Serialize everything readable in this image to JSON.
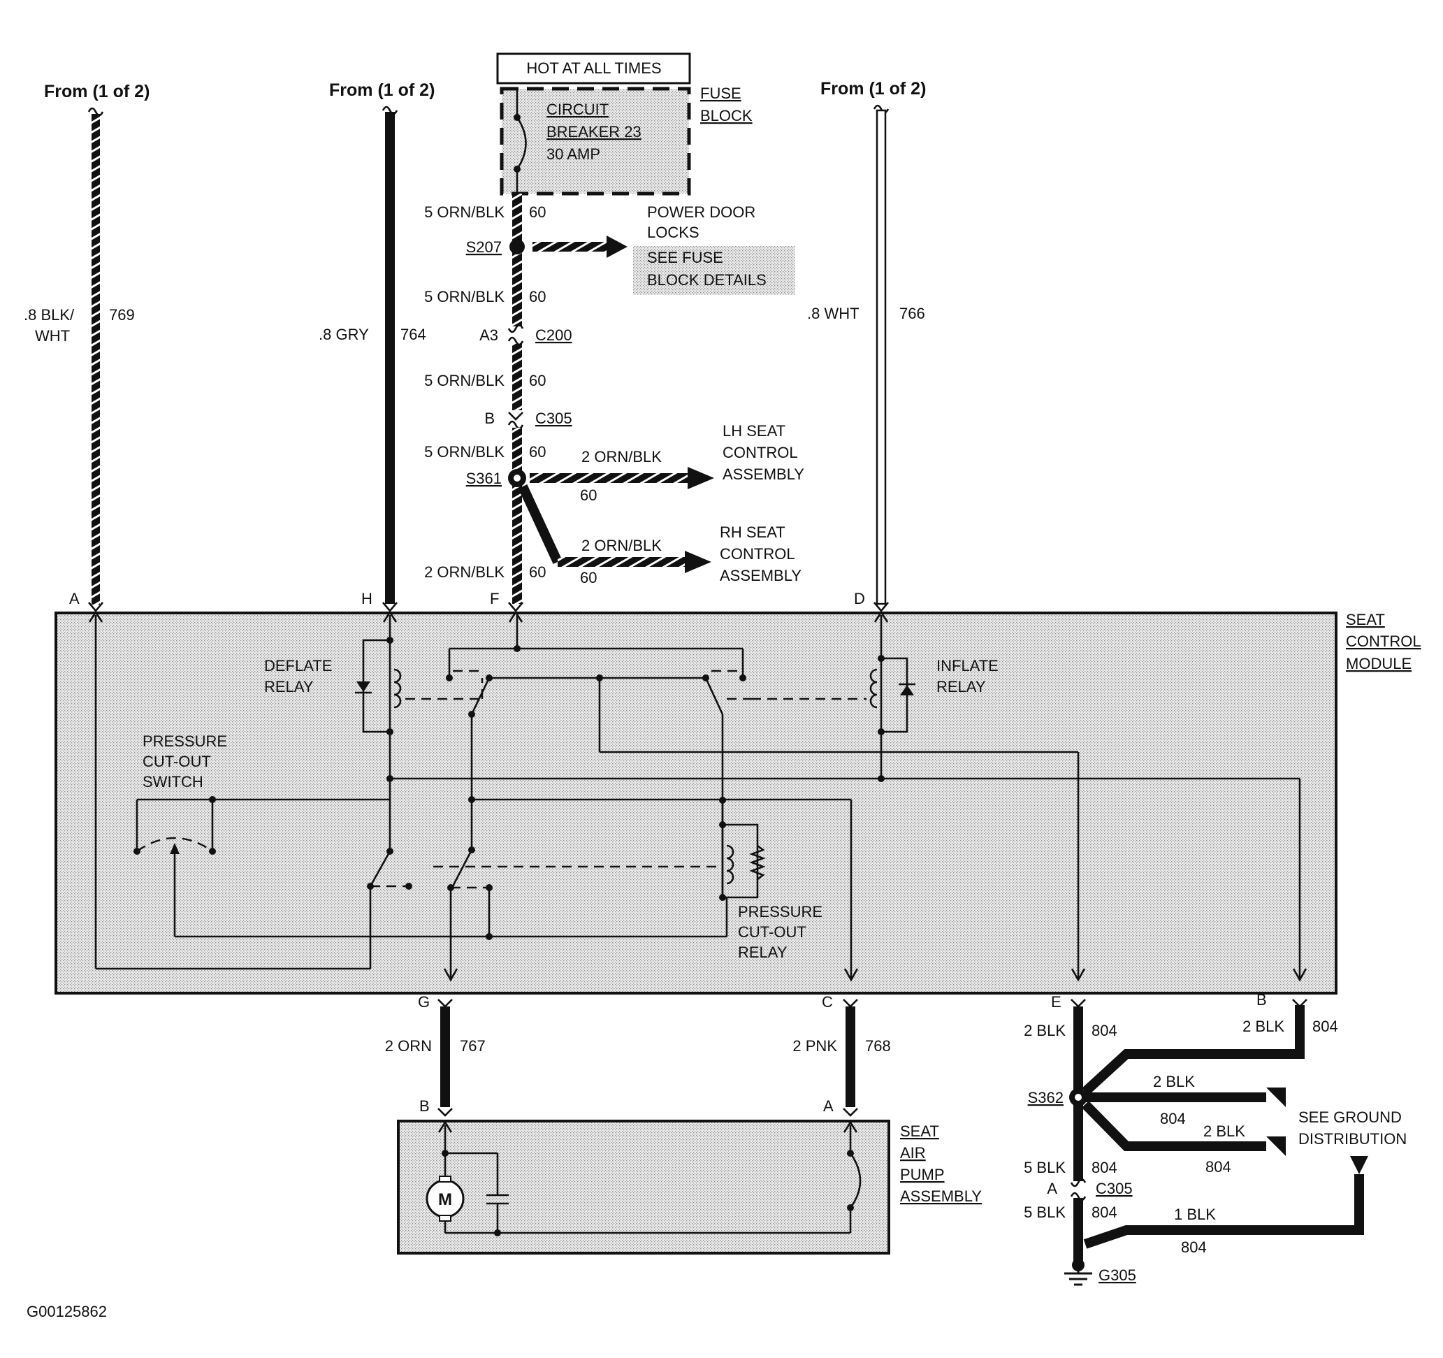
{
  "diagram": {
    "figure_id": "G00125862",
    "hot_label": "HOT AT ALL TIMES",
    "fuse_block": {
      "line1": "FUSE",
      "line2": "BLOCK"
    },
    "breaker": {
      "line1": "CIRCUIT",
      "line2": "BREAKER 23",
      "line3": "30 AMP"
    },
    "from_labels": [
      "From (1 of 2)",
      "From (1 of 2)",
      "From (1 of 2)"
    ],
    "left_wires": [
      {
        "color_line1": ".8 BLK/",
        "color_line2": "WHT",
        "circuit": "769",
        "pin": "A"
      },
      {
        "color": ".8 GRY",
        "circuit": "764",
        "pin": "H"
      },
      {
        "color": ".8 WHT",
        "circuit": "766",
        "pin": "D"
      }
    ],
    "feed": {
      "seg1": {
        "color": "5 ORN/BLK",
        "circuit": "60"
      },
      "s207": "S207",
      "power_door_locks": {
        "line1": "POWER DOOR",
        "line2": "LOCKS"
      },
      "see_fuse": {
        "line1": "SEE FUSE",
        "line2": "BLOCK DETAILS"
      },
      "seg2": {
        "color": "5 ORN/BLK",
        "circuit": "60"
      },
      "c200": {
        "pin": "A3",
        "name": "C200"
      },
      "seg3": {
        "color": "5 ORN/BLK",
        "circuit": "60"
      },
      "c305": {
        "pin": "B",
        "name": "C305"
      },
      "seg4": {
        "color": "5 ORN/BLK",
        "circuit": "60"
      },
      "s361": "S361",
      "lh_branch": {
        "color": "2 ORN/BLK",
        "circuit": "60"
      },
      "lh_dest": {
        "line1": "LH SEAT",
        "line2": "CONTROL",
        "line3": "ASSEMBLY"
      },
      "rh_branch": {
        "color": "2 ORN/BLK",
        "circuit": "60"
      },
      "rh_dest": {
        "line1": "RH SEAT",
        "line2": "CONTROL",
        "line3": "ASSEMBLY"
      },
      "seg5": {
        "color": "2 ORN/BLK",
        "circuit": "60"
      },
      "pin": "F"
    },
    "module": {
      "line1": "SEAT",
      "line2": "CONTROL",
      "line3": "MODULE",
      "deflate": {
        "line1": "DEFLATE",
        "line2": "RELAY"
      },
      "inflate": {
        "line1": "INFLATE",
        "line2": "RELAY"
      },
      "pressure_switch": {
        "line1": "PRESSURE",
        "line2": "CUT-OUT",
        "line3": "SWITCH"
      },
      "pressure_relay": {
        "line1": "PRESSURE",
        "line2": "CUT-OUT",
        "line3": "RELAY"
      }
    },
    "outputs": {
      "g": {
        "pin": "G",
        "color": "2 ORN",
        "circuit": "767",
        "pump_pin": "B"
      },
      "c": {
        "pin": "C",
        "color": "2 PNK",
        "circuit": "768",
        "pump_pin": "A"
      }
    },
    "pump": {
      "line1": "SEAT",
      "line2": "AIR",
      "line3": "PUMP",
      "line4": "ASSEMBLY",
      "motor": "M"
    },
    "ground": {
      "e": {
        "pin": "E",
        "color": "2 BLK",
        "circuit": "804"
      },
      "b": {
        "pin": "B",
        "color": "2 BLK",
        "circuit": "804"
      },
      "s362": "S362",
      "branch1": {
        "color": "2 BLK",
        "circuit": "804"
      },
      "branch2": {
        "color": "2 BLK",
        "circuit": "804"
      },
      "see_ground": {
        "line1": "SEE GROUND",
        "line2": "DISTRIBUTION"
      },
      "seg_a": {
        "color": "5 BLK",
        "circuit": "804"
      },
      "c305": {
        "pin": "A",
        "name": "C305"
      },
      "seg_b": {
        "color": "5 BLK",
        "circuit": "804"
      },
      "branch3": {
        "color": "1 BLK",
        "circuit": "804"
      },
      "g305": "G305"
    }
  }
}
